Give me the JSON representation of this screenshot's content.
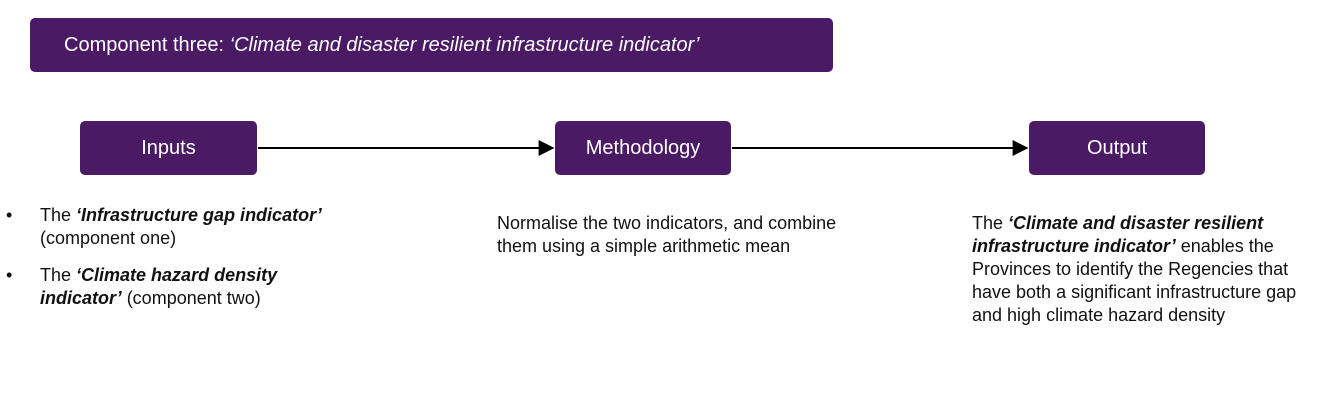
{
  "banner": {
    "prefix": "Component three: ",
    "title": "‘Climate and disaster resilient infrastructure indicator’"
  },
  "stages": {
    "inputs": "Inputs",
    "methodology": "Methodology",
    "output": "Output"
  },
  "inputs_list": [
    {
      "prefix": "The ",
      "emphasis": "‘Infrastructure gap indicator’",
      "suffix": " (component one)"
    },
    {
      "prefix": "The ",
      "emphasis": "‘Climate hazard density indicator’",
      "suffix": " (component two)"
    }
  ],
  "methodology_text": "Normalise the two indicators, and combine them using a simple arithmetic mean",
  "output_text": {
    "prefix": "The ",
    "emphasis": "‘Climate and disaster resilient infrastructure indicator’",
    "suffix": " enables the Provinces to identify the Regencies that have both a significant infrastructure gap and high climate hazard density"
  },
  "colors": {
    "accent": "#4b1a64",
    "text": "#111111"
  }
}
